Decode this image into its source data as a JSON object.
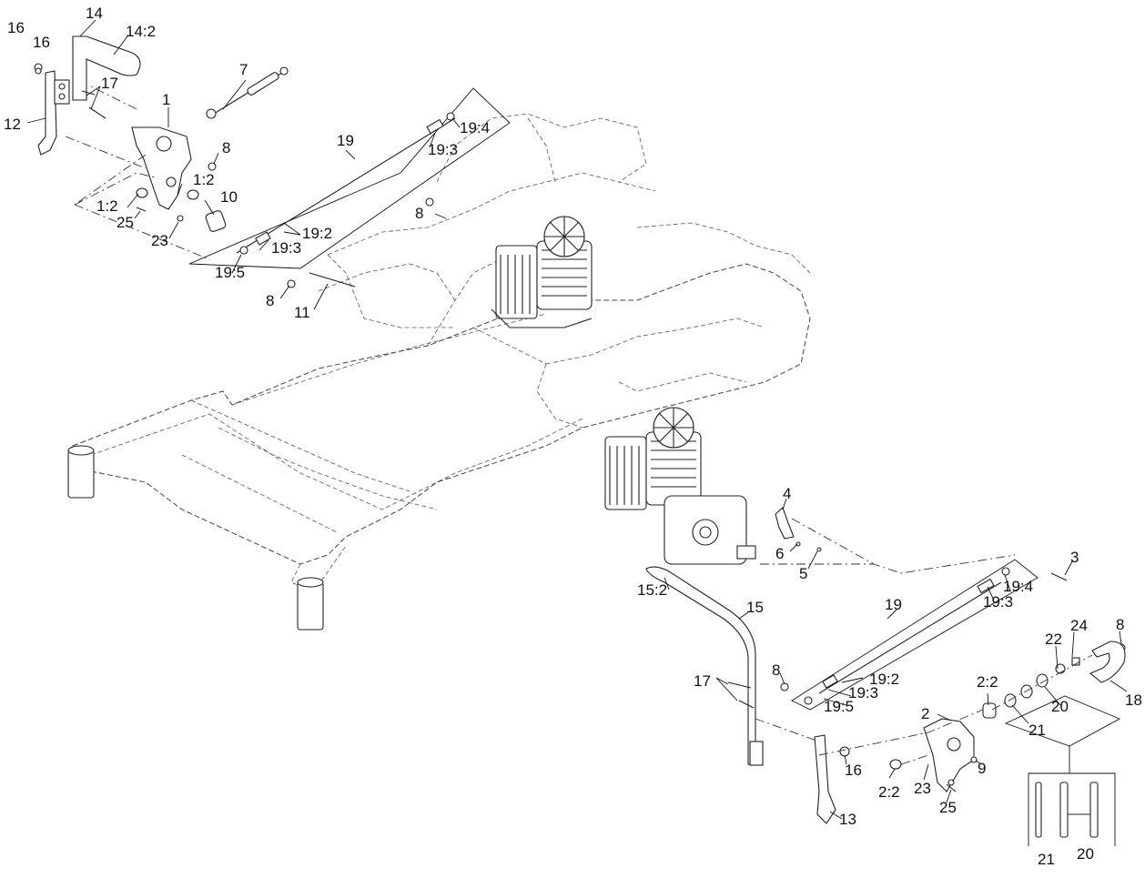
{
  "callouts": {
    "c16a": "16",
    "c16b": "16",
    "c14": "14",
    "c14_2": "14:2",
    "c17a": "17",
    "c12": "12",
    "c1": "1",
    "c7": "7",
    "c8a": "8",
    "c1_2a": "1:2",
    "c1_2b": "1:2",
    "c10": "10",
    "c25a": "25",
    "c23a": "23",
    "c19a": "19",
    "c19_4a": "19:4",
    "c19_3a": "19:3",
    "c8b": "8",
    "c19_2a": "19:2",
    "c19_3b": "19:3",
    "c19_5a": "19:5",
    "c8c": "8",
    "c11": "11",
    "c4": "4",
    "c6": "6",
    "c5": "5",
    "c3": "3",
    "c19_4b": "19:4",
    "c19_3c": "19:3",
    "c15_2": "15:2",
    "c15": "15",
    "c19b": "19",
    "c24": "24",
    "c8d": "8",
    "c22": "22",
    "c17b": "17",
    "c8e": "8",
    "c19_2b": "19:2",
    "c19_3d": "19:3",
    "c19_5b": "19:5",
    "c2_2a": "2:2",
    "c2": "2",
    "c20a": "20",
    "c18": "18",
    "c21a": "21",
    "c16c": "16",
    "c9": "9",
    "c2_2b": "2:2",
    "c23b": "23",
    "c25b": "25",
    "c13": "13",
    "c21b": "21",
    "c20b": "20"
  }
}
